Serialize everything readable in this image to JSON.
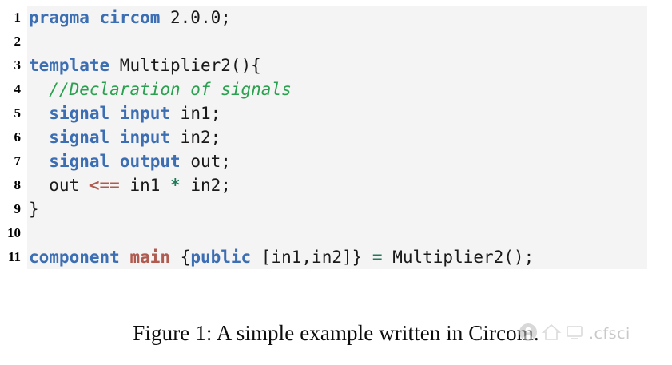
{
  "figure": {
    "caption": "Figure 1: A simple example written in Circom."
  },
  "listing": {
    "language": "circom",
    "background_color": "#f4f4f4",
    "colors": {
      "keyword": "#3c6eb4",
      "comment": "#2aa14f",
      "operator_red": "#b05b4f",
      "operator_green": "#1f7a58",
      "text": "#1a1a1a",
      "lineno": "#000000"
    },
    "lines": [
      {
        "number": "1",
        "text": "pragma circom 2.0.0;",
        "tokens": [
          {
            "t": "pragma",
            "c": "kw"
          },
          {
            "t": " ",
            "c": "plain"
          },
          {
            "t": "circom",
            "c": "kw"
          },
          {
            "t": " 2.0.0;",
            "c": "plain"
          }
        ]
      },
      {
        "number": "2",
        "text": "",
        "tokens": []
      },
      {
        "number": "3",
        "text": "template Multiplier2(){",
        "tokens": [
          {
            "t": "template",
            "c": "kw"
          },
          {
            "t": " Multiplier2(){",
            "c": "plain"
          }
        ]
      },
      {
        "number": "4",
        "text": "  //Declaration of signals",
        "tokens": [
          {
            "t": "  ",
            "c": "plain"
          },
          {
            "t": "//Declaration of signals",
            "c": "comment"
          }
        ]
      },
      {
        "number": "5",
        "text": "  signal input in1;",
        "tokens": [
          {
            "t": "  ",
            "c": "plain"
          },
          {
            "t": "signal",
            "c": "kw"
          },
          {
            "t": " ",
            "c": "plain"
          },
          {
            "t": "input",
            "c": "kw"
          },
          {
            "t": " in1;",
            "c": "plain"
          }
        ]
      },
      {
        "number": "6",
        "text": "  signal input in2;",
        "tokens": [
          {
            "t": "  ",
            "c": "plain"
          },
          {
            "t": "signal",
            "c": "kw"
          },
          {
            "t": " ",
            "c": "plain"
          },
          {
            "t": "input",
            "c": "kw"
          },
          {
            "t": " in2;",
            "c": "plain"
          }
        ]
      },
      {
        "number": "7",
        "text": "  signal output out;",
        "tokens": [
          {
            "t": "  ",
            "c": "plain"
          },
          {
            "t": "signal",
            "c": "kw"
          },
          {
            "t": " ",
            "c": "plain"
          },
          {
            "t": "output",
            "c": "kw"
          },
          {
            "t": " out;",
            "c": "plain"
          }
        ]
      },
      {
        "number": "8",
        "text": "  out <== in1 * in2;",
        "tokens": [
          {
            "t": "  out ",
            "c": "plain"
          },
          {
            "t": "<==",
            "c": "op-red"
          },
          {
            "t": " in1 ",
            "c": "plain"
          },
          {
            "t": "*",
            "c": "op-grn"
          },
          {
            "t": " in2;",
            "c": "plain"
          }
        ]
      },
      {
        "number": "9",
        "text": "}",
        "tokens": [
          {
            "t": "}",
            "c": "plain"
          }
        ]
      },
      {
        "number": "10",
        "text": "",
        "tokens": []
      },
      {
        "number": "11",
        "text": "component main {public [in1,in2]} = Multiplier2();",
        "tokens": [
          {
            "t": "component",
            "c": "kw"
          },
          {
            "t": " ",
            "c": "plain"
          },
          {
            "t": "main",
            "c": "name-red"
          },
          {
            "t": " {",
            "c": "plain"
          },
          {
            "t": "public",
            "c": "kw"
          },
          {
            "t": " [in1,in2]} ",
            "c": "plain"
          },
          {
            "t": "=",
            "c": "op-grn"
          },
          {
            "t": " Multiplier2();",
            "c": "plain"
          }
        ]
      }
    ]
  },
  "watermark": {
    "text": ".cfsci",
    "color": "#c9c9c9",
    "icons": [
      "user-circle-icon",
      "home-icon",
      "monitor-icon"
    ]
  }
}
